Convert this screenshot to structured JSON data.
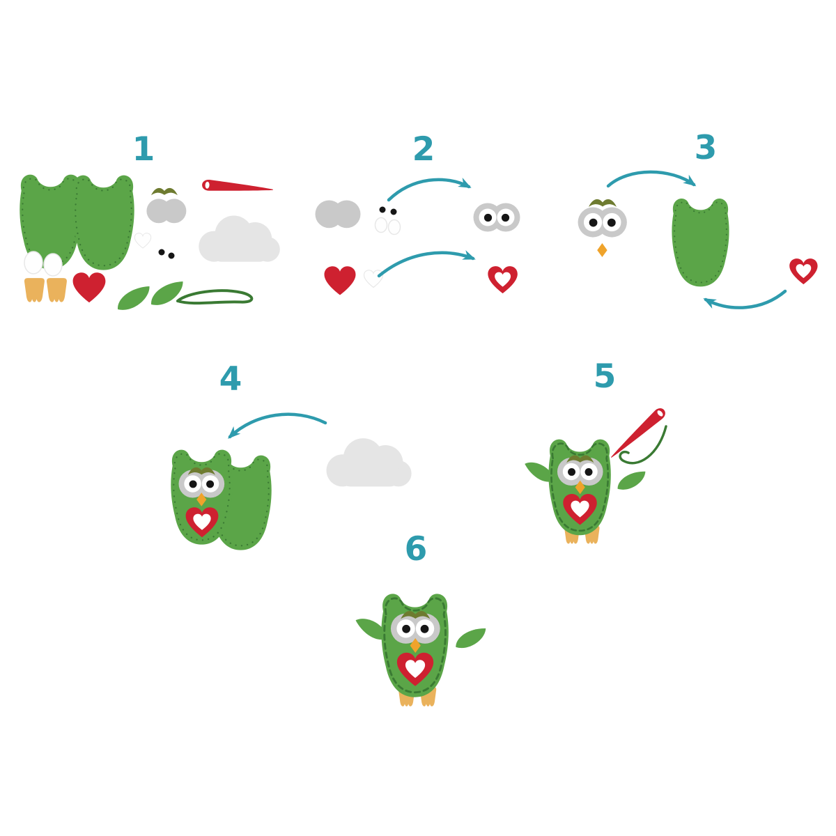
{
  "steps": [
    {
      "label": "1"
    },
    {
      "label": "2"
    },
    {
      "label": "3"
    },
    {
      "label": "4"
    },
    {
      "label": "5"
    },
    {
      "label": "6"
    }
  ],
  "colors": {
    "teal": "#2E9BAD",
    "green": "#5BA548",
    "stitch": "#3A7A33",
    "olive": "#6E7B30",
    "gray": "#C9C9C9",
    "graylight": "#E5E5E5",
    "red": "#CE2130",
    "tan": "#EAB25C",
    "orange": "#EFA32B",
    "ink": "#161616",
    "whitepiece": "#FEFEFE",
    "whiteedge": "#E7E7E7"
  }
}
